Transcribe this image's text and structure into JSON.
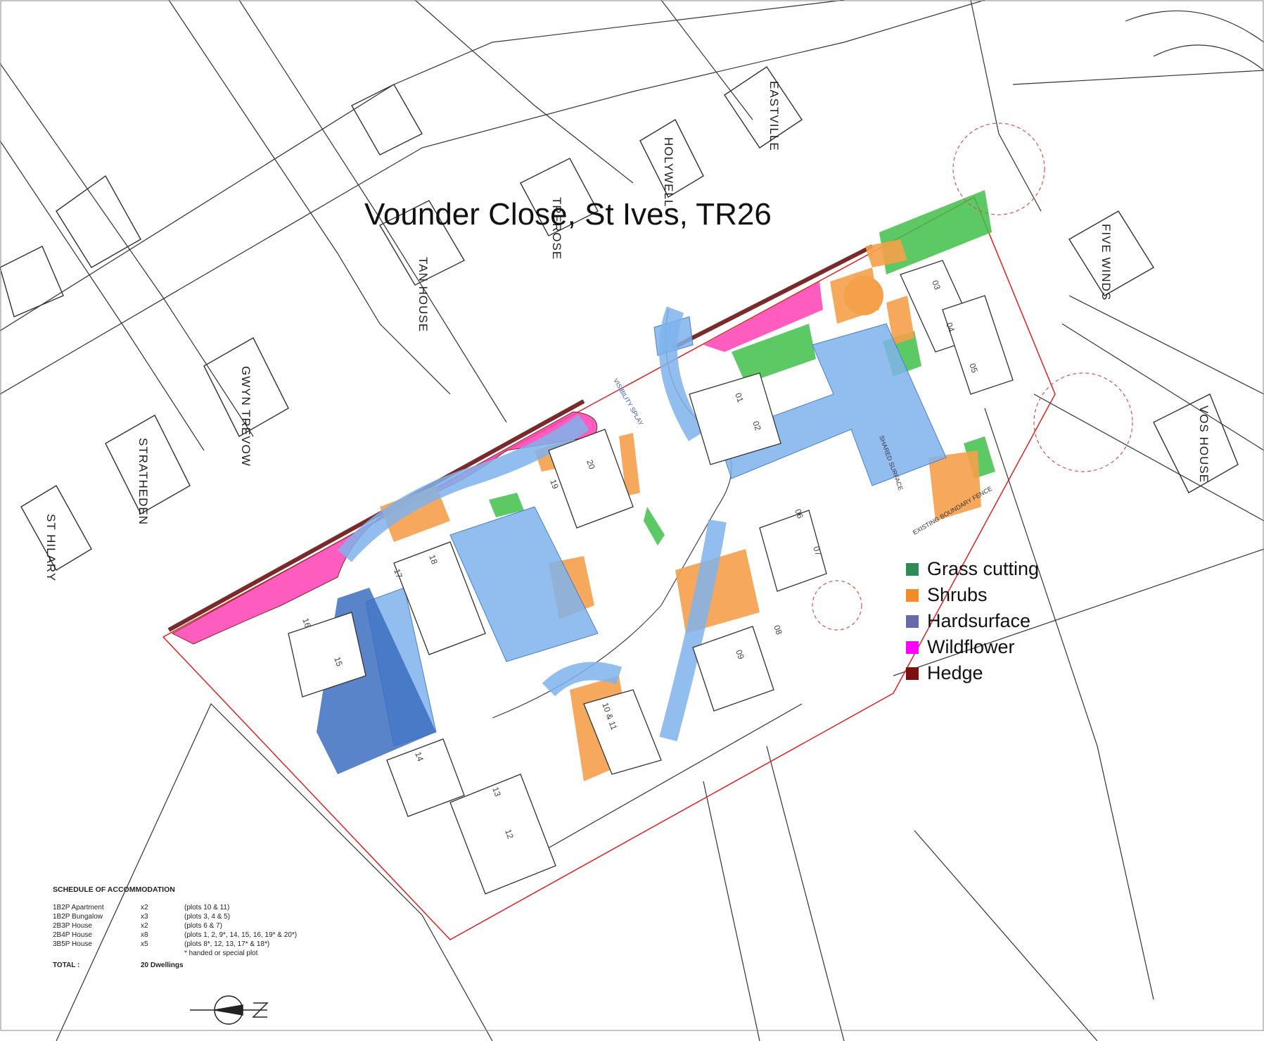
{
  "title": "Vounder Close, St Ives, TR26",
  "property_labels": [
    "EASTVILLE",
    "HOLYWELL",
    "TREROSE",
    "TAN HOUSE",
    "GWYN TREVOW",
    "STRATHEDEN",
    "ST HILARY",
    "FIVE WINDS",
    "VOS HOUSE"
  ],
  "legend": [
    {
      "label": "Grass cutting",
      "color": "#2e8b57"
    },
    {
      "label": "Shrubs",
      "color": "#f28c28"
    },
    {
      "label": "Hardsurface",
      "color": "#6a6aa8"
    },
    {
      "label": "Wildflower",
      "color": "#ff00ff"
    },
    {
      "label": "Hedge",
      "color": "#7a1010"
    }
  ],
  "layer_colors": {
    "grass": "#3fbf4a",
    "shrubs": "#f5a04a",
    "hardsurface": "#7fb3ec",
    "hardsurface_dark": "#3c6fc0",
    "wildflower": "#ff3fb4",
    "hedge": "#7a2a2a",
    "boundary": "#e02020"
  },
  "plot_numbers": [
    "01",
    "02",
    "03",
    "04",
    "05",
    "06",
    "07",
    "08",
    "09",
    "10 & 11",
    "12",
    "13",
    "14",
    "15",
    "16",
    "17",
    "18",
    "19",
    "20"
  ],
  "annotations": {
    "visibility_splay": "VISIBILITY SPLAY",
    "shared_surface": "SHARED SURFACE",
    "existing_boundary": "EXISTING BOUNDARY FENCE"
  },
  "schedule": {
    "title": "SCHEDULE OF ACCOMMODATION",
    "rows": [
      {
        "type": "1B2P  Apartment",
        "count": "x2",
        "plots": "(plots 10 & 11)"
      },
      {
        "type": "1B2P  Bungalow",
        "count": "x3",
        "plots": "(plots 3, 4 & 5)"
      },
      {
        "type": "2B3P  House",
        "count": "x2",
        "plots": "(plots 6 & 7)"
      },
      {
        "type": "2B4P  House",
        "count": "x8",
        "plots": "(plots 1, 2, 9*, 14, 15, 16, 19* & 20*)"
      },
      {
        "type": "3B5P  House",
        "count": "x5",
        "plots": "(plots 8*, 12, 13, 17* & 18*)"
      }
    ],
    "note": "* handed or special plot",
    "total_label": "TOTAL :",
    "total_value": "20 Dwellings"
  }
}
